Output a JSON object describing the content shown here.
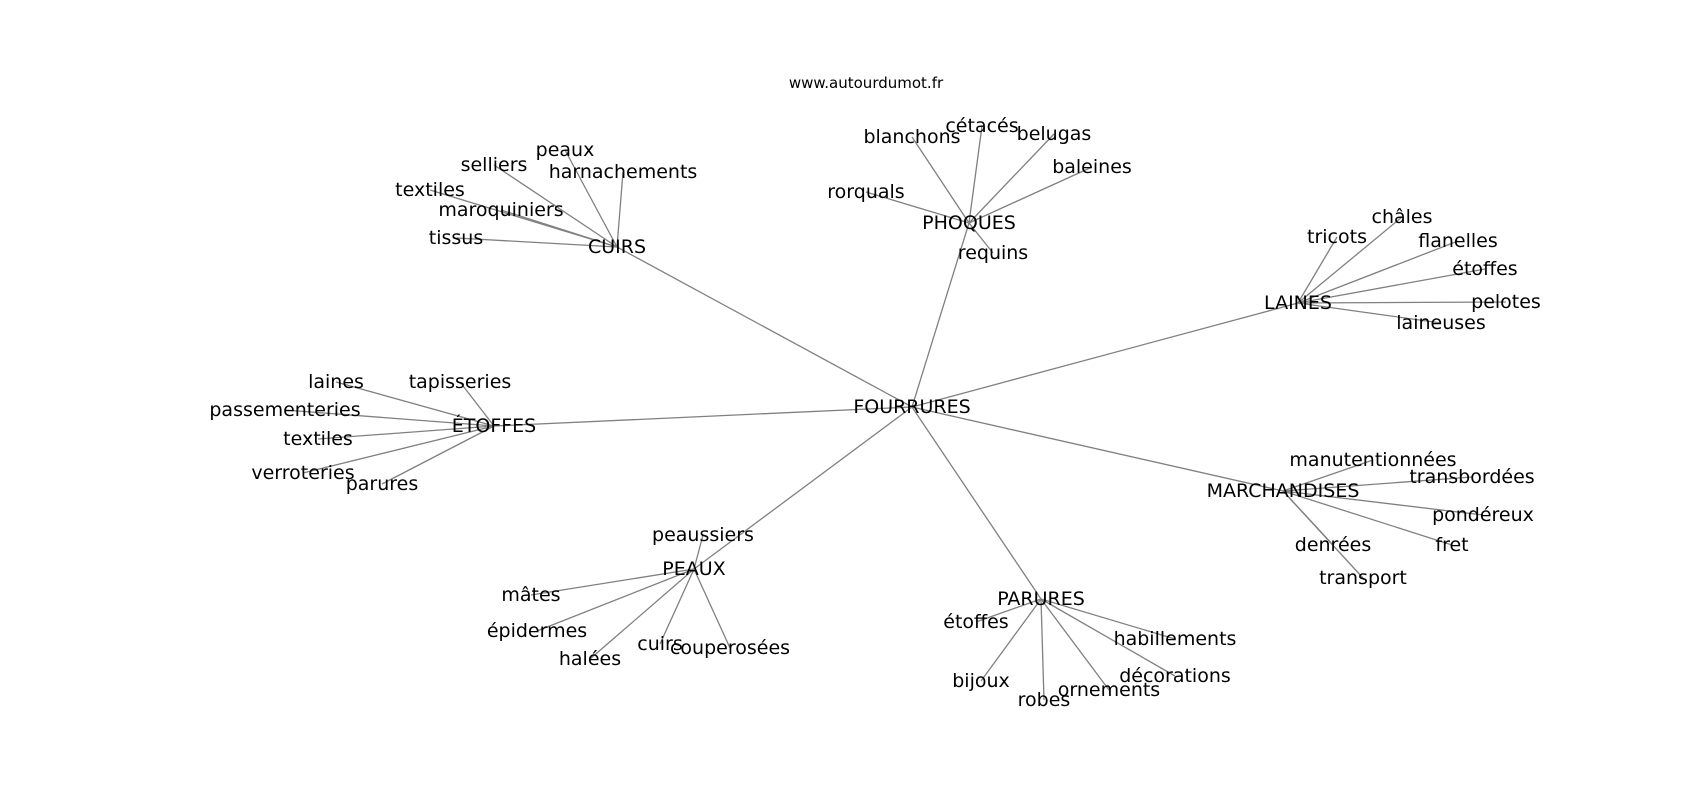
{
  "watermark": "www.autourdumot.fr",
  "colors": {
    "edge": "#808080",
    "text": "#000000",
    "background": "#ffffff"
  },
  "graph": {
    "center": "FOURRURES",
    "hubs": [
      {
        "id": "cuirs",
        "label": "CUIRS",
        "leaves": [
          "tissus",
          "textiles",
          "maroquiniers",
          "selliers",
          "peaux",
          "harnachements"
        ]
      },
      {
        "id": "phoques",
        "label": "PHOQUES",
        "leaves": [
          "rorquals",
          "blanchons",
          "cétacés",
          "belugas",
          "baleines",
          "requins"
        ]
      },
      {
        "id": "laines",
        "label": "LAINES",
        "leaves": [
          "tricots",
          "châles",
          "flanelles",
          "étoffes",
          "pelotes",
          "laineuses"
        ]
      },
      {
        "id": "etoffes",
        "label": "ÉTOFFES",
        "leaves": [
          "laines",
          "tapisseries",
          "passementeries",
          "textiles",
          "verroteries",
          "parures"
        ]
      },
      {
        "id": "marchandises",
        "label": "MARCHANDISES",
        "leaves": [
          "manutentionnées",
          "transbordées",
          "pondéreux",
          "fret",
          "denrées",
          "transport"
        ]
      },
      {
        "id": "peaux",
        "label": "PEAUX",
        "leaves": [
          "peaussiers",
          "mâtes",
          "épidermes",
          "halées",
          "cuirs",
          "couperosées"
        ]
      },
      {
        "id": "parures",
        "label": "PARURES",
        "leaves": [
          "étoffes",
          "bijoux",
          "robes",
          "ornements",
          "décorations",
          "habillements"
        ]
      }
    ]
  }
}
